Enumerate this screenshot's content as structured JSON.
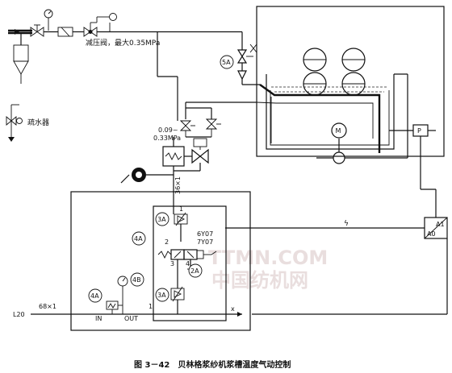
{
  "labels": {
    "pressure_reducer": "减压阀，最大0.35MPa",
    "trap": "疏水器",
    "valve_5a": "5A",
    "pressure_range_1": "0.09~",
    "pressure_range_2": "0.33MPa",
    "cable_36": "36×1",
    "tag_3a_top": "3A",
    "tag_4a_block": "4A",
    "tag_4a_small": "4A",
    "tag_4b": "4B",
    "tag_2a": "2A",
    "tag_3a_bottom": "3A",
    "port_1_top": "1",
    "port_2": "2",
    "port_3": "3",
    "port_4": "4",
    "port_1_bottom": "1",
    "port_x": "x",
    "solenoid_1": "6Y07",
    "solenoid_2": "7Y07",
    "controller_a1": "A1",
    "controller_a0": "A0",
    "motor": "M",
    "sensor_p": "P",
    "line_l20": "L20",
    "cable_68": "68×1",
    "in": "IN",
    "out": "OUT",
    "lightning": "ϟ"
  },
  "caption": "图 3－42　贝林格浆纱机浆槽温度气动控制",
  "watermark": {
    "line1": "TTMN.COM",
    "line2": "中国纺机网"
  }
}
